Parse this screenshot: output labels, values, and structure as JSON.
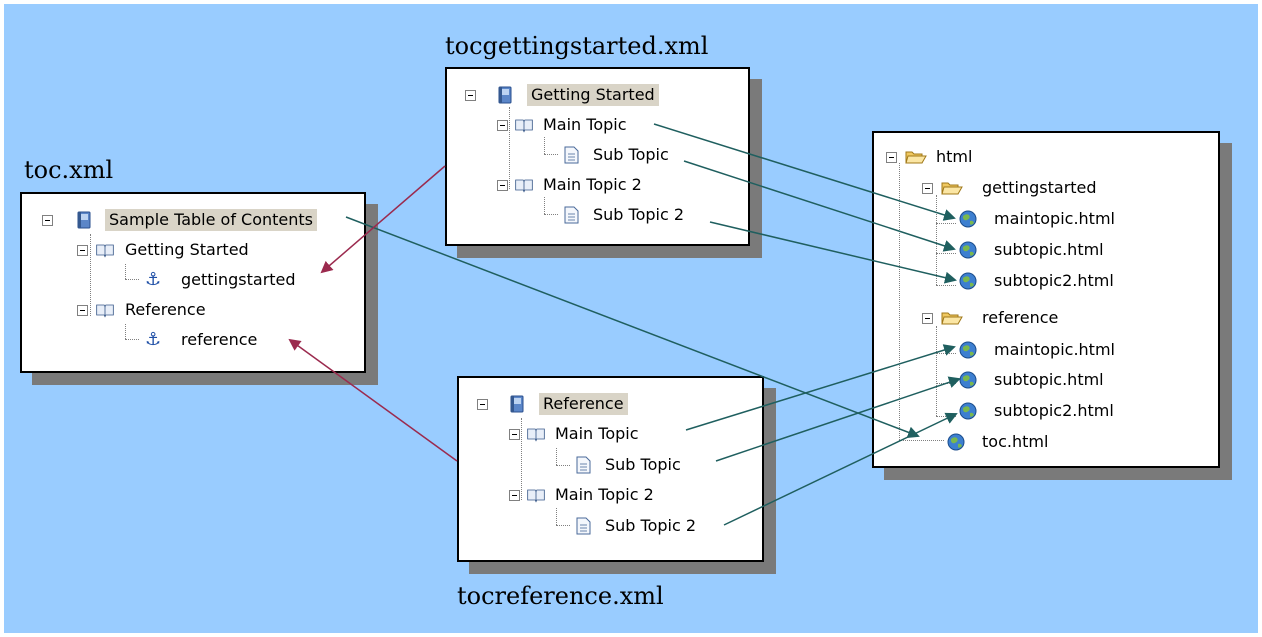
{
  "captions": {
    "toc": "toc.xml",
    "gettingstarted": "tocgettingstarted.xml",
    "reference": "tocreference.xml"
  },
  "toc_panel": {
    "root": "Sample Table of Contents",
    "book1": "Getting Started",
    "anchor1": "gettingstarted",
    "book2": "Reference",
    "anchor2": "reference"
  },
  "gs_panel": {
    "root": "Getting Started",
    "topic1": "Main Topic",
    "sub1": "Sub Topic",
    "topic2": "Main Topic 2",
    "sub2": "Sub Topic 2"
  },
  "ref_panel": {
    "root": "Reference",
    "topic1": "Main Topic",
    "sub1": "Sub Topic",
    "topic2": "Main Topic 2",
    "sub2": "Sub Topic 2"
  },
  "html_panel": {
    "root": "html",
    "folder1": "gettingstarted",
    "gs_files": [
      "maintopic.html",
      "subtopic.html",
      "subtopic2.html"
    ],
    "folder2": "reference",
    "ref_files": [
      "maintopic.html",
      "subtopic.html",
      "subtopic2.html"
    ],
    "toc_file": "toc.html"
  },
  "colors": {
    "background": "#99ccff",
    "link_arrow": "#1f5f5f",
    "anchor_arrow": "#9b2a4e"
  }
}
